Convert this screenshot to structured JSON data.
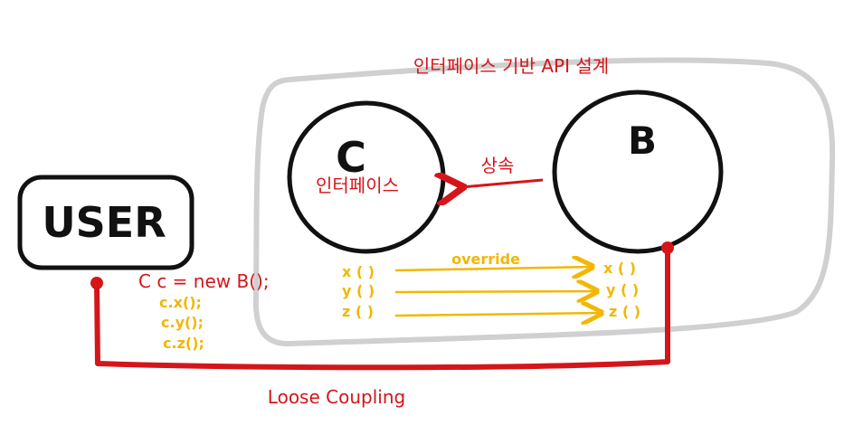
{
  "diagram": {
    "title": "인터페이스 기반 API 설계",
    "user_label": "USER",
    "interface_node": {
      "letter": "C",
      "sublabel": "인터페이스"
    },
    "impl_node": {
      "letter": "B"
    },
    "inheritance_label": "상속",
    "override_label": "override",
    "interface_methods": [
      "x ( )",
      "y ( )",
      "z ( )"
    ],
    "impl_methods": [
      "x ( )",
      "y ( )",
      "z ( )"
    ],
    "client_code": {
      "declaration": "C c = new B();",
      "calls": [
        "c.x();",
        "c.y();",
        "c.z();"
      ]
    },
    "coupling_label": "Loose Coupling",
    "colors": {
      "outline": "#111111",
      "frame": "#d0d0d0",
      "red": "#d4161b",
      "yellow": "#f2b705"
    }
  }
}
